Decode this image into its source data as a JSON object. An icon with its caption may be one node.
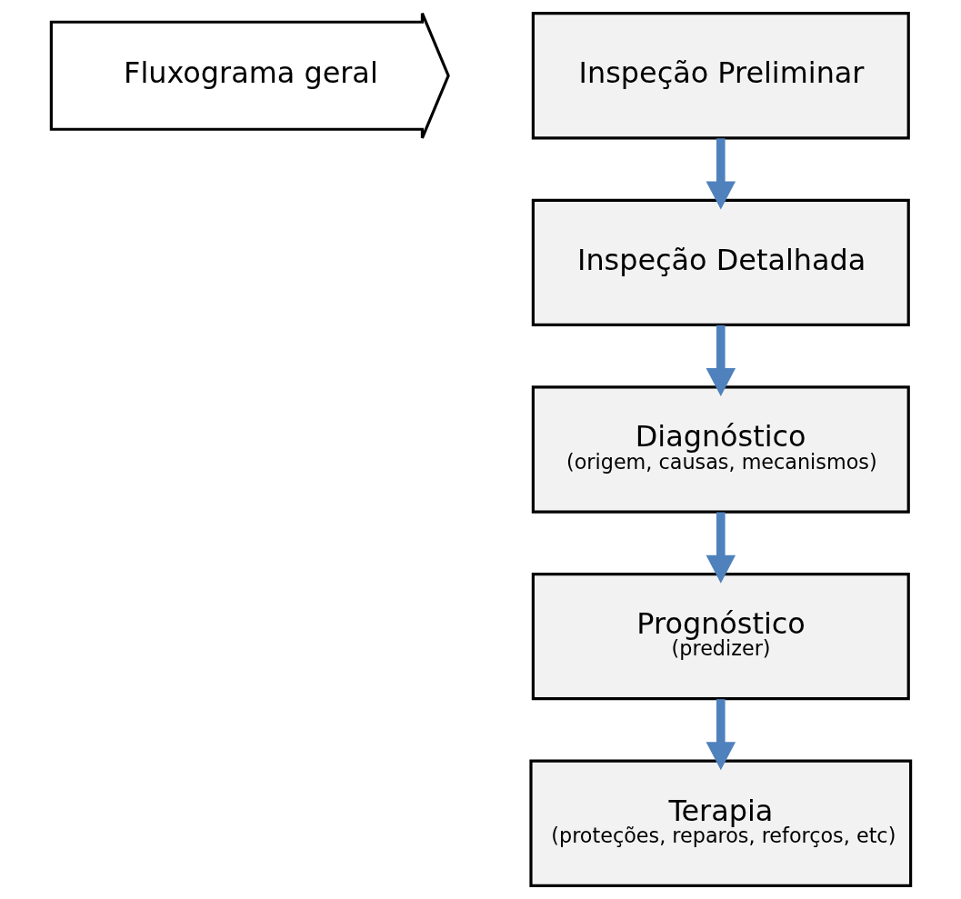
{
  "diagram": {
    "nodes": [
      {
        "text": [
          "Fluxograma geral"
        ]
      },
      {
        "text": [
          "Inspeção Preliminar"
        ]
      },
      {
        "text": [
          "Inspeção Detalhada"
        ]
      },
      {
        "text": [
          "Diagnóstico",
          "(origem, causas, mecanismos)"
        ]
      },
      {
        "text": [
          "Prognóstico",
          "(predizer)"
        ]
      },
      {
        "text": [
          "Terapia",
          "(proteções, reparos, reforços, etc)"
        ]
      }
    ],
    "edges": [
      {
        "from": 1,
        "to": 2,
        "arrow": "to"
      },
      {
        "from": 2,
        "to": 3,
        "arrow": "to"
      },
      {
        "from": 3,
        "to": 4,
        "arrow": "to"
      },
      {
        "from": 4,
        "to": 5,
        "arrow": "to"
      }
    ]
  }
}
